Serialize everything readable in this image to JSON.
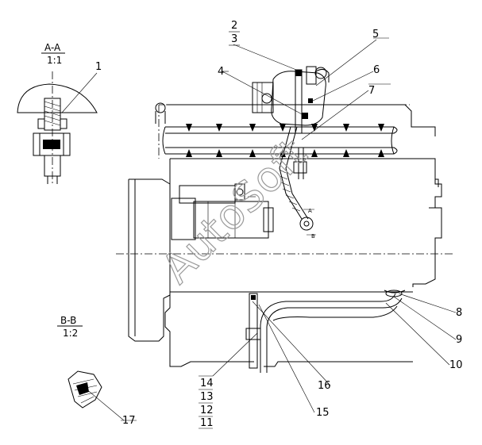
{
  "section_a": {
    "title": "A-A",
    "scale": "1:1"
  },
  "section_b": {
    "title": "B-B",
    "scale": "1:2"
  },
  "watermark": "AutoSoft",
  "callouts": [
    "1",
    "2",
    "3",
    "4",
    "5",
    "6",
    "7",
    "8",
    "9",
    "10",
    "11",
    "12",
    "13",
    "14",
    "15",
    "16",
    "17"
  ],
  "small_marks": {
    "a": "A",
    "b": "B"
  }
}
